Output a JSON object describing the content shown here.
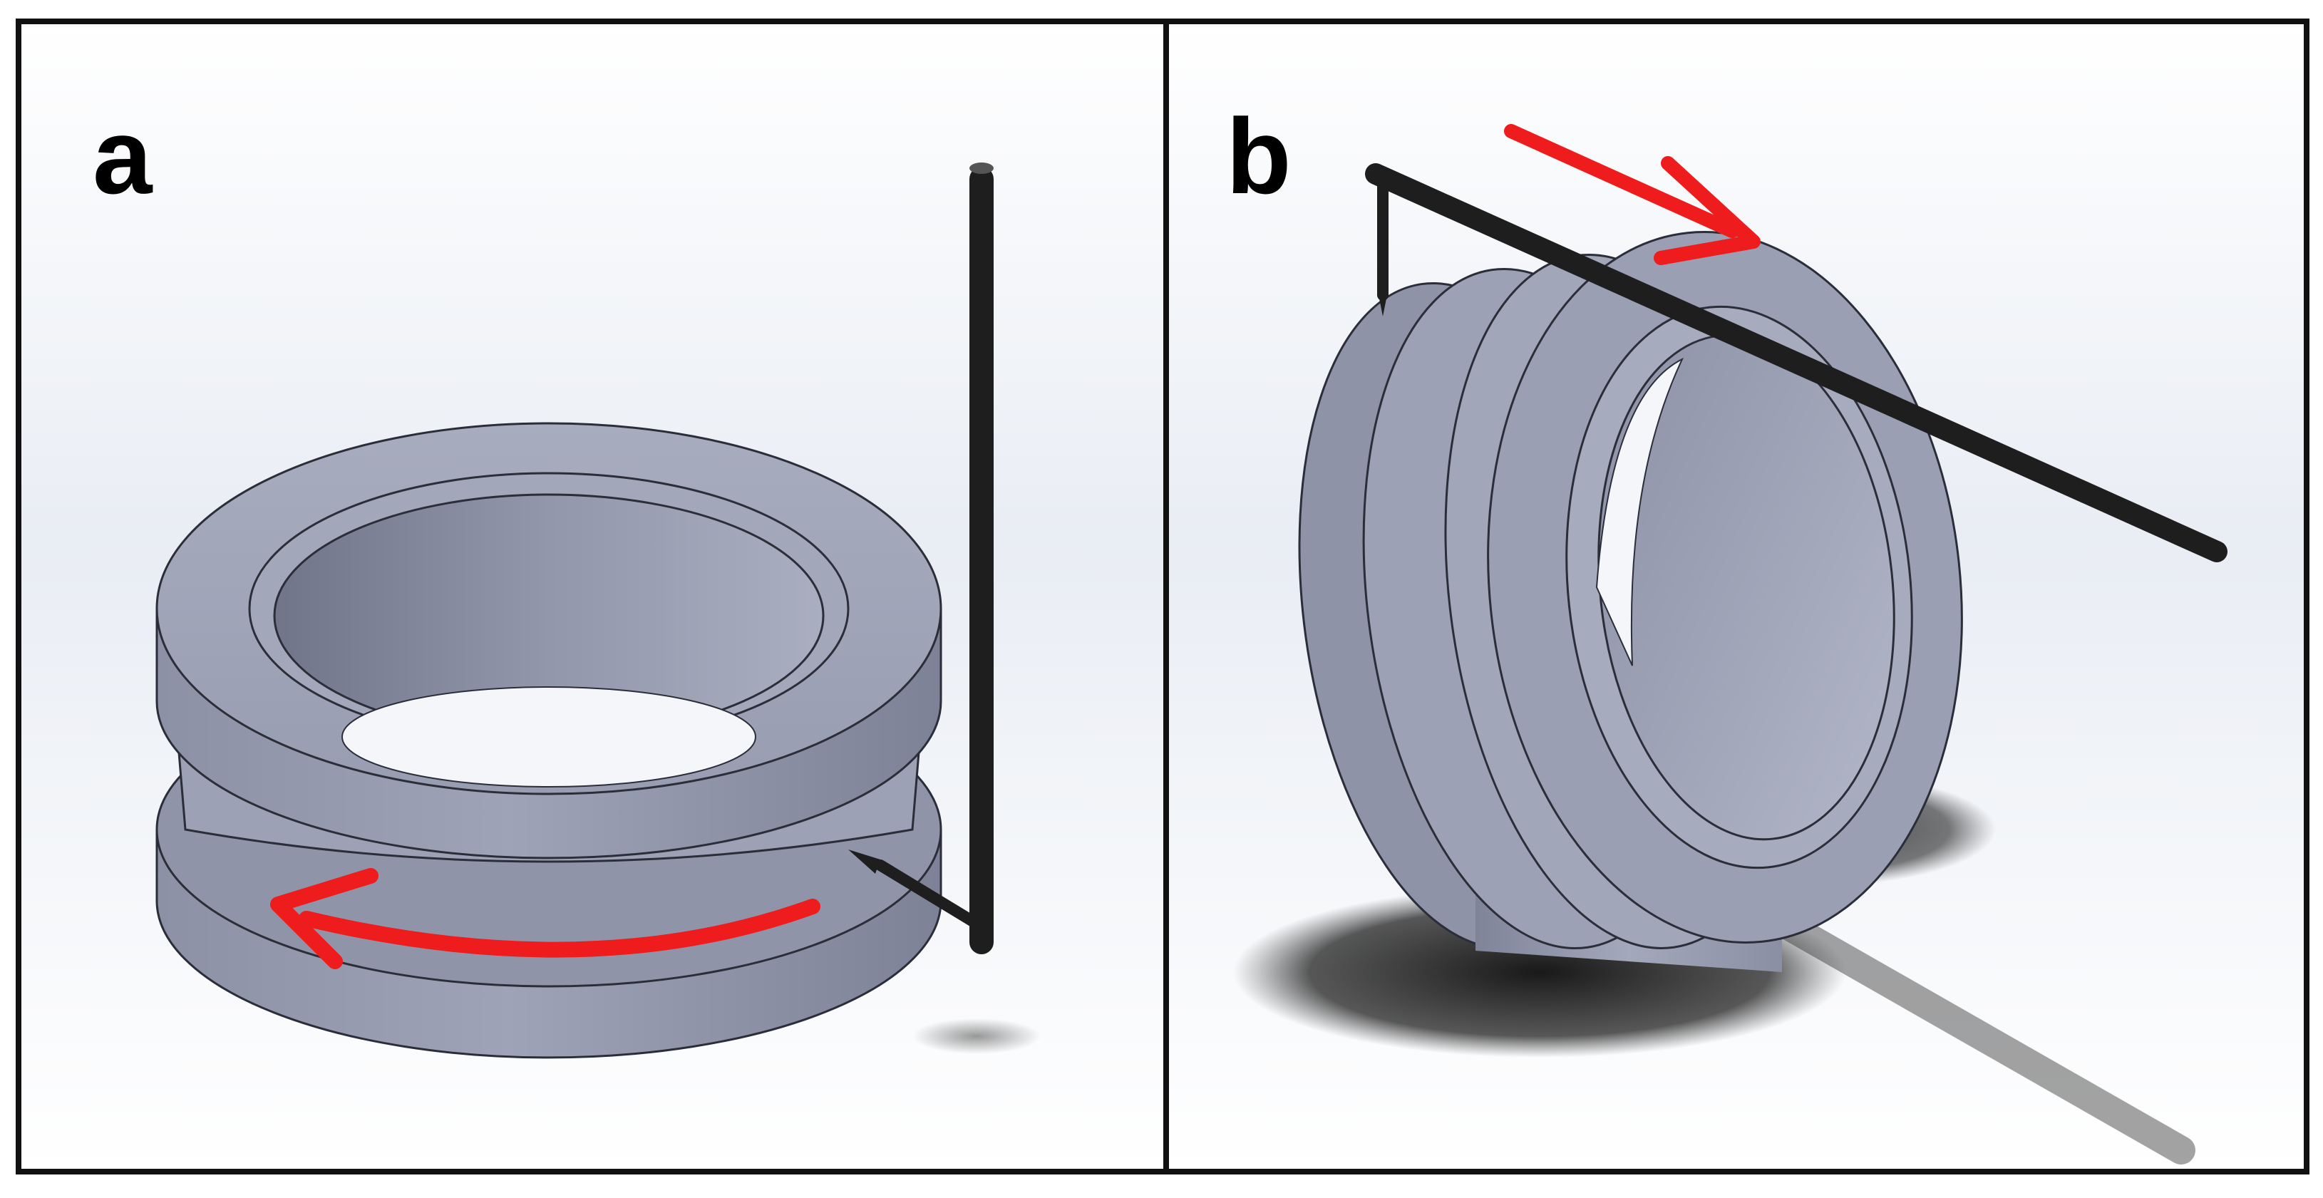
{
  "panels": [
    {
      "label": "a",
      "motion": "rotation",
      "colors": {
        "part": "#9a9fb3",
        "tool": "#1e1e1e",
        "arrow": "#ee1c1c"
      }
    },
    {
      "label": "b",
      "motion": "linear-traverse",
      "colors": {
        "part": "#9a9fb3",
        "tool": "#1e1e1e",
        "arrow": "#ee1c1c"
      }
    }
  ]
}
